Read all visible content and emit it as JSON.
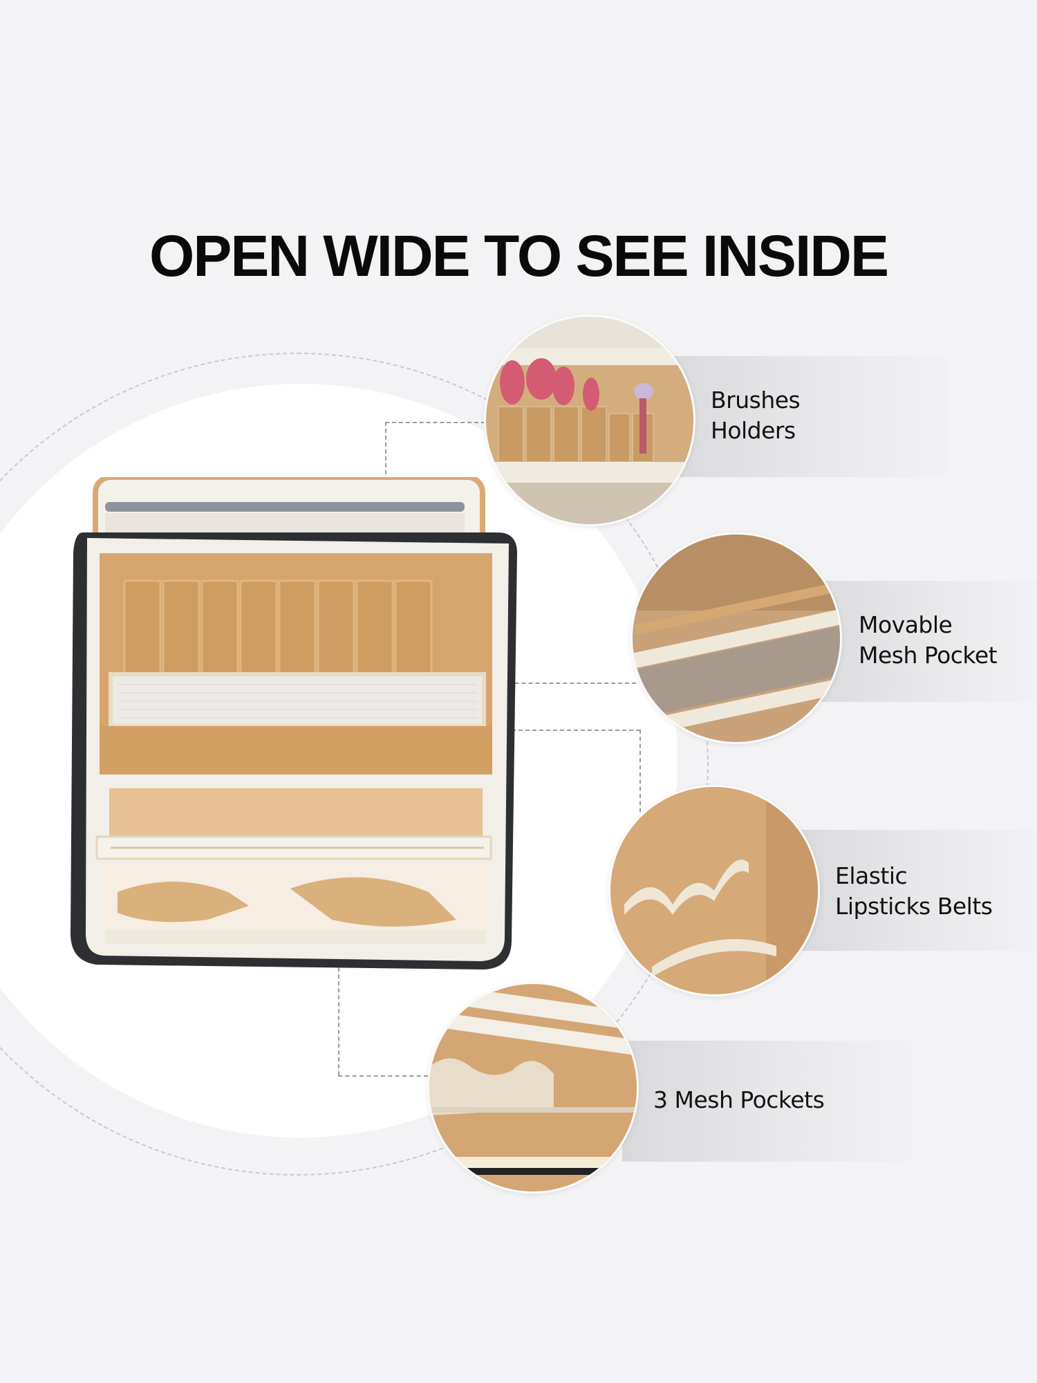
{
  "title": "OPEN WIDE TO SEE INSIDE",
  "colors": {
    "background": "#f3f3f5",
    "circle": "#ffffff",
    "lining_tan": "#d6a56e",
    "trim_cream": "#efe9dc",
    "text": "#0a0a0a"
  },
  "product_image": {
    "name": "open-makeup-bag",
    "description": "Open travel cosmetic bag with tan lining, brush slots, mesh pocket and clear zip pockets"
  },
  "features": [
    {
      "label_line1": "Brushes",
      "label_line2": "Holders",
      "icon": "makeup-brushes"
    },
    {
      "label_line1": "Movable",
      "label_line2": "Mesh Pocket",
      "icon": "mesh-pocket"
    },
    {
      "label_line1": "Elastic",
      "label_line2": "Lipsticks Belts",
      "icon": "elastic-belt"
    },
    {
      "label_line1": "3 Mesh Pockets",
      "label_line2": "",
      "icon": "mesh-pockets"
    }
  ]
}
